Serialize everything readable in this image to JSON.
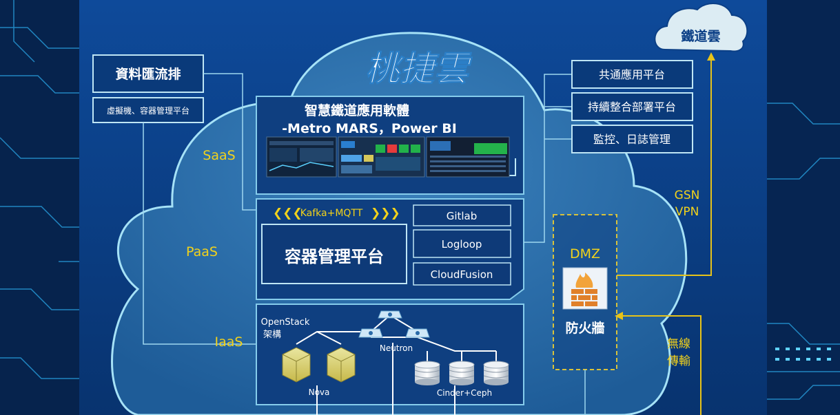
{
  "title": "桃捷雲",
  "left_boxes": {
    "data_stream": "資料匯流排",
    "vm_container": "虛擬機、容器管理平台"
  },
  "layers": {
    "saas": "SaaS",
    "paas": "PaaS",
    "iaas": "IaaS"
  },
  "saas_panel": {
    "line1": "智慧鐵道應用軟體",
    "line2": "-Metro MARS，Power BI"
  },
  "paas_panel": {
    "kafka": "Kafka+MQTT",
    "container_platform": "容器管理平台",
    "tools": [
      "Gitlab",
      "Logloop",
      "CloudFusion"
    ]
  },
  "iaas_panel": {
    "openstack_line1": "OpenStack",
    "openstack_line2": "架構",
    "neutron": "Neutron",
    "nova": "Nova",
    "cinder": "Cinder+Ceph"
  },
  "right_boxes": [
    "共通應用平台",
    "持續整合部署平台",
    "監控、日誌管理"
  ],
  "external_cloud": "鐵道雲",
  "gsn_vpn": {
    "line1": "GSN",
    "line2": "VPN"
  },
  "dmz": {
    "label": "DMZ",
    "firewall": "防火牆"
  },
  "wireless": {
    "line1": "無線",
    "line2": "傳輸"
  },
  "colors": {
    "background": "#0b3f86",
    "cloud_fill": "#2a6aa8",
    "cloud_edge": "#9fdcf5",
    "panel_fill": "#0f3f80",
    "panel_edge": "#7ec8ea",
    "layer_label": "#f2d21b",
    "connector_yellow": "#e8c318",
    "text_white": "#ffffff"
  }
}
